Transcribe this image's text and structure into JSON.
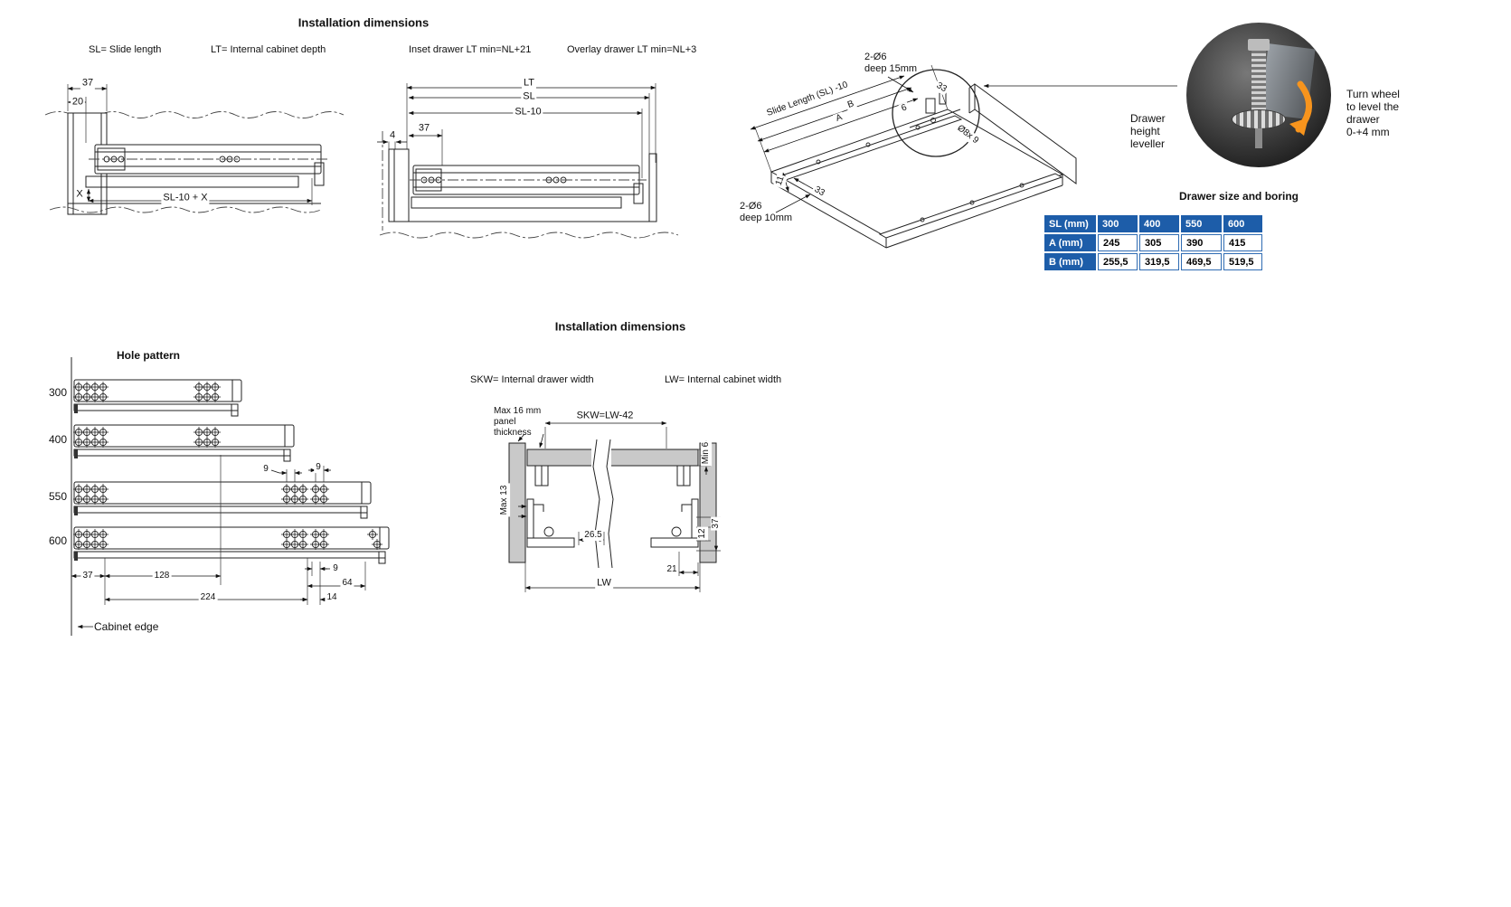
{
  "top": {
    "title": "Installation dimensions",
    "legend": {
      "sl": "SL= Slide length",
      "lt": "LT= Internal cabinet depth",
      "inset": "Inset drawer LT min=NL+21",
      "overlay": "Overlay drawer LT min=NL+3"
    },
    "overlay_drawing": {
      "d37": "37",
      "d20": "20",
      "dx": "X",
      "dslx": "SL-10 + X"
    },
    "inset_drawing": {
      "lt": "LT",
      "sl": "SL",
      "sl10": "SL-10",
      "d4": "4",
      "d37": "37"
    },
    "iso": {
      "hole_top": "2-Ø6\ndeep 15mm",
      "d33_top": "33",
      "d6": "6",
      "slide_len": "Slide Length (SL) -10",
      "da": "A",
      "db": "B",
      "d11": "11",
      "d33_bottom": "33",
      "d8": "Ø8x 9",
      "hole_bottom": "2-Ø6\ndeep 10mm"
    },
    "leveller": {
      "caption": "Drawer\nheight\nleveller",
      "note": "Turn wheel\nto level the\ndrawer\n0-+4 mm"
    },
    "table": {
      "title": "Drawer size and boring",
      "rows": [
        {
          "label": "SL (mm)",
          "values": [
            "300",
            "400",
            "550",
            "600"
          ]
        },
        {
          "label": "A (mm)",
          "values": [
            "245",
            "305",
            "390",
            "415"
          ]
        },
        {
          "label": "B (mm)",
          "values": [
            "255,5",
            "319,5",
            "469,5",
            "519,5"
          ]
        }
      ]
    }
  },
  "hole_pattern": {
    "title": "Hole pattern",
    "row_labels": [
      "300",
      "400",
      "550",
      "600"
    ],
    "dims": {
      "d9a": "9",
      "d9b": "9",
      "d9c": "9",
      "d37": "37",
      "d128": "128",
      "d224": "224",
      "d64": "64",
      "d14": "14"
    },
    "cabinet_edge": "Cabinet edge"
  },
  "bottom": {
    "title": "Installation dimensions",
    "legend": {
      "skw": "SKW= Internal drawer width",
      "lw": "LW= Internal cabinet width"
    },
    "section": {
      "panel_note": "Max 16 mm\npanel\nthickness",
      "skw": "SKW=LW-42",
      "min6": "Min 6",
      "max13": "Max 13",
      "d265": "26.5",
      "d12": "12",
      "d37": "37",
      "d21": "21",
      "lw": "LW"
    }
  }
}
